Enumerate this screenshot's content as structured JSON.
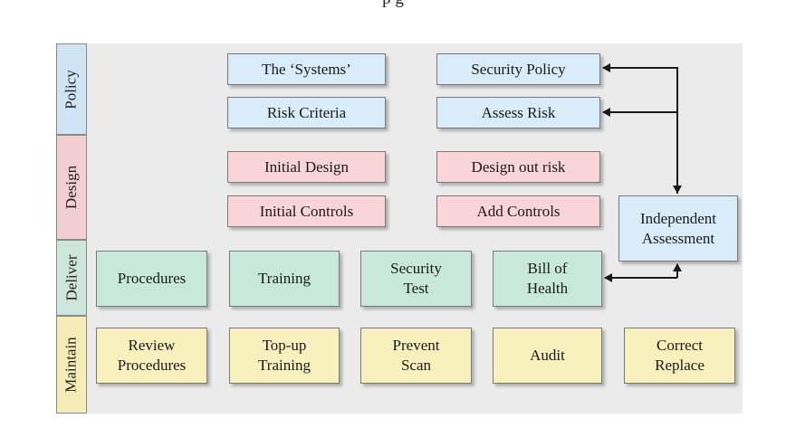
{
  "top_text": "p                                                                    g",
  "lanes": {
    "policy": "Policy",
    "design": "Design",
    "deliver": "Deliver",
    "maintain": "Maintain"
  },
  "boxes": {
    "the_systems": "The ‘Systems’",
    "security_policy": "Security Policy",
    "risk_criteria": "Risk Criteria",
    "assess_risk": "Assess Risk",
    "initial_design": "Initial Design",
    "design_out_risk": "Design out risk",
    "initial_controls": "Initial Controls",
    "add_controls": "Add Controls",
    "independent_assessment": "Independent Assessment",
    "procedures": "Procedures",
    "training": "Training",
    "security_test": "Security Test",
    "bill_of_health": "Bill of Health",
    "review_procedures": "Review Procedures",
    "topup_training": "Top-up Training",
    "prevent_scan": "Prevent Scan",
    "audit": "Audit",
    "correct_replace": "Correct Replace"
  },
  "colors": {
    "blue": "#d9ecfa",
    "pink": "#f9d5d8",
    "green": "#c9e8dc",
    "yellow": "#f8f1bd",
    "panel": "#ebebeb"
  }
}
